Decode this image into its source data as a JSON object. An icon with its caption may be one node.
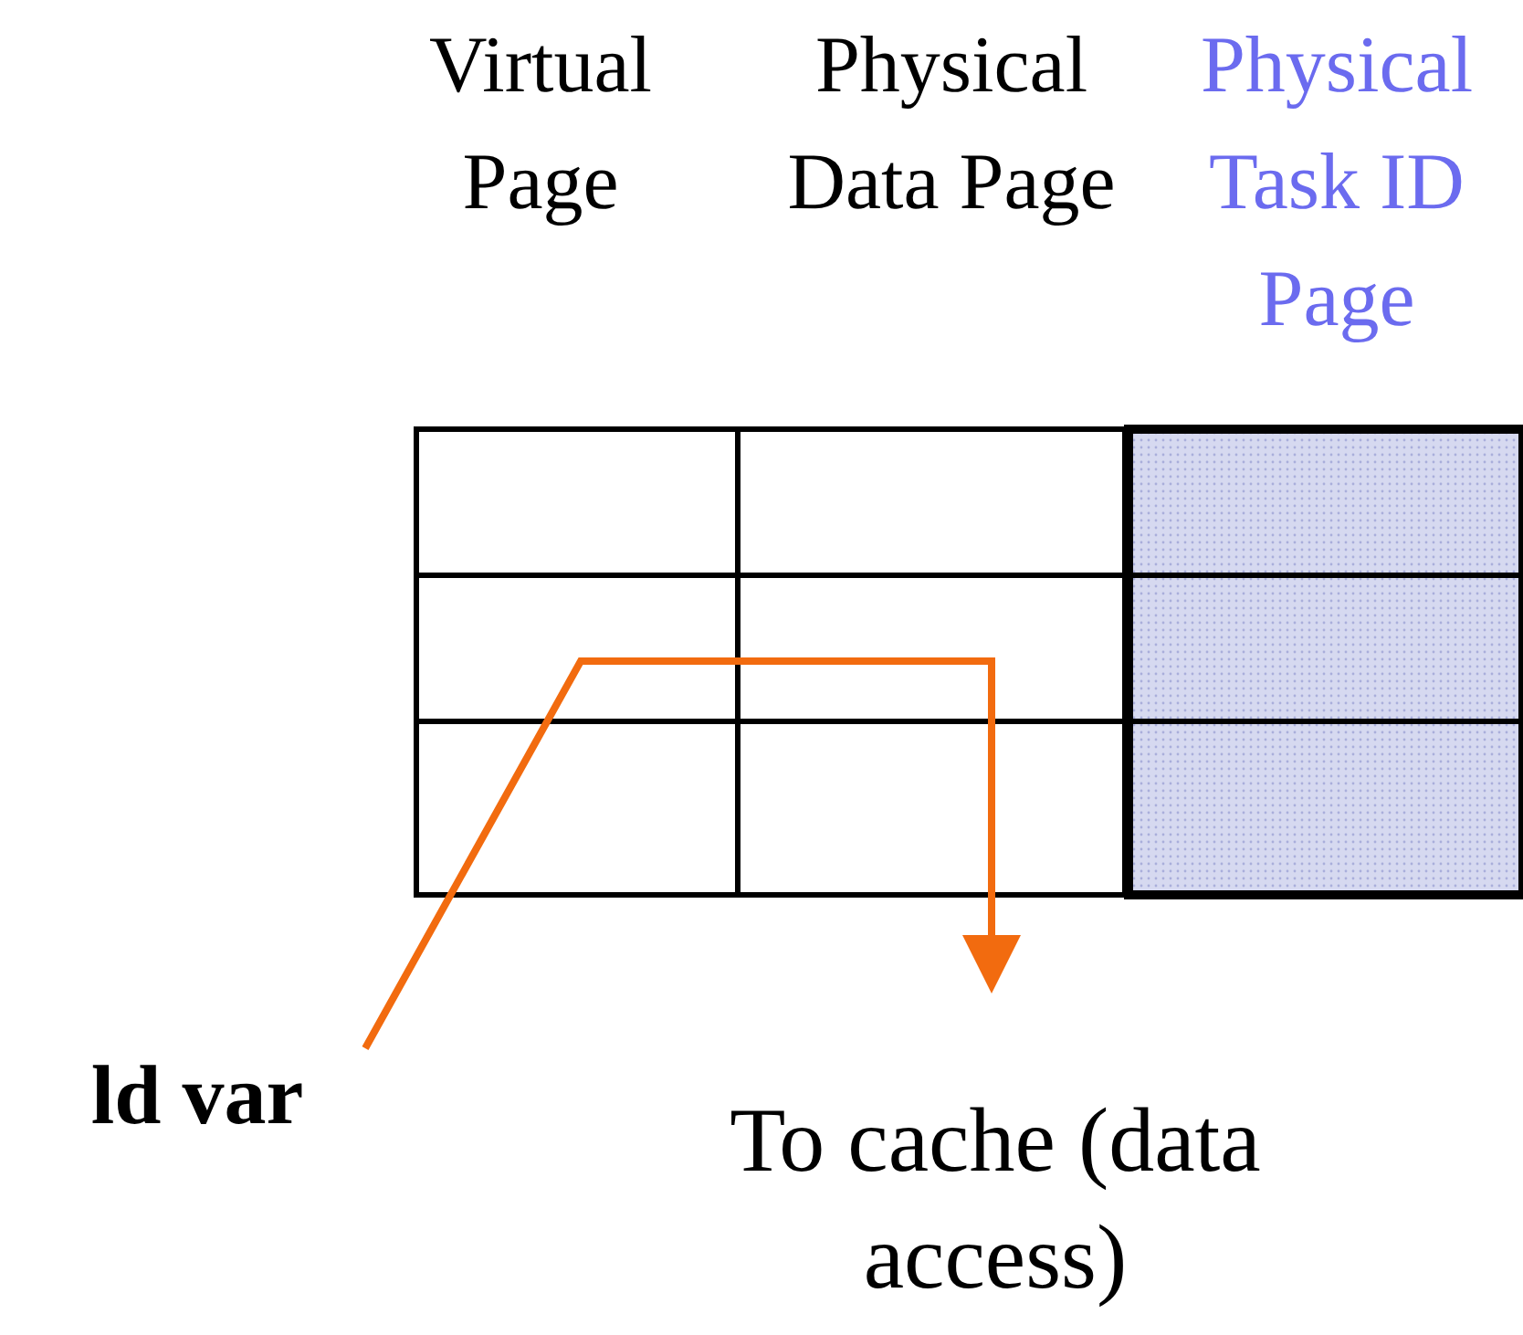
{
  "diagram": {
    "nodes": [
      {
        "text": [
          "ld var"
        ]
      },
      {
        "text": [
          "To cache (data access)"
        ]
      }
    ],
    "edges": [
      {
        "from": 0,
        "to": 1,
        "arrow": "to"
      }
    ],
    "labels": [
      "Virtual Page",
      "Physical Data Page",
      "Physical Task ID Page"
    ]
  }
}
